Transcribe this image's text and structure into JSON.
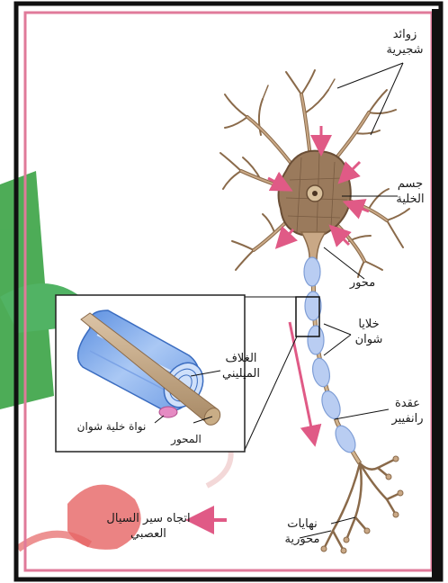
{
  "labels": {
    "dendrites": [
      "زوائد",
      "شجيرية"
    ],
    "cell_body": [
      "جسم",
      "الخلية"
    ],
    "axon": "محور",
    "schwann_cells": [
      "خلايا",
      "شوان"
    ],
    "node_of_ranvier": [
      "عقدة",
      "رانفيير"
    ],
    "axon_terminals": [
      "نهايات",
      "محورية"
    ],
    "myelin_sheath": [
      "الغلاف",
      "الميليني"
    ],
    "schwann_nucleus": "نواة خلية شوان",
    "inset_axon": "المحور",
    "impulse_direction": [
      "اتجاه سير السيال",
      "العصبي"
    ]
  },
  "colors": {
    "frame_outer": "#111111",
    "frame_inner": "#e07a9a",
    "neuron_fill": "#c9a886",
    "neuron_stroke": "#8a6a4a",
    "soma_fill": "#9a7a5c",
    "myelin": "#b9cdf2",
    "arrow": "#e05a86",
    "watermark_green": "#2f9e3a",
    "watermark_red": "#e24a4a"
  }
}
